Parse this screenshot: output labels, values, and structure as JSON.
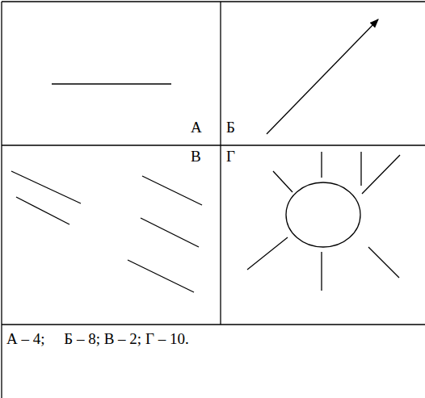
{
  "diagram": {
    "labels": [
      "А",
      "Б",
      "В",
      "Г",
      "А – 4;     Б – 8; В – 2; Г – 10."
    ]
  }
}
